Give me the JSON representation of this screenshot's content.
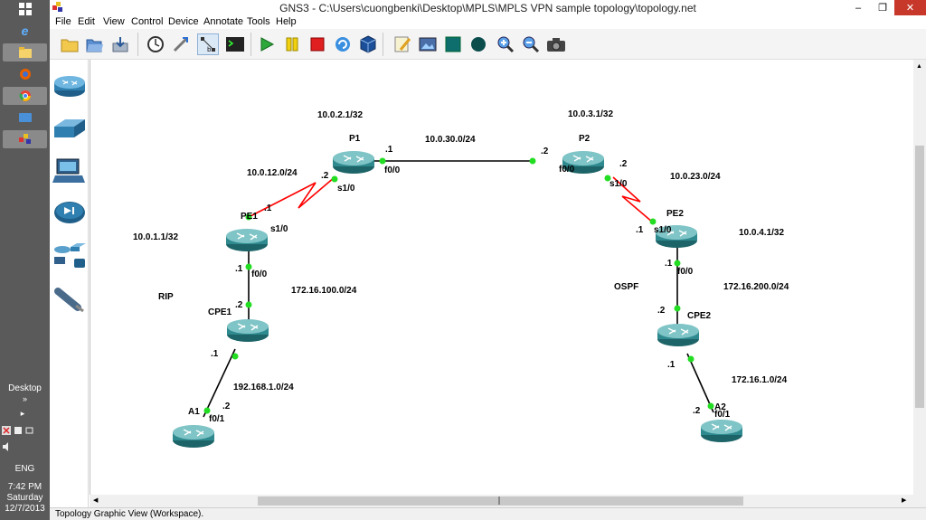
{
  "window": {
    "title": "GNS3 - C:\\Users\\cuongbenki\\Desktop\\MPLS\\MPLS VPN sample topology\\topology.net",
    "min": "–",
    "max": "❐",
    "close": "✕"
  },
  "menu": [
    "File",
    "Edit",
    "View",
    "Control",
    "Device",
    "Annotate",
    "Tools",
    "Help"
  ],
  "taskbar": {
    "desktop": "Desktop",
    "chevron": "»",
    "arrow": "▸",
    "lang": "ENG",
    "time": "7:42 PM",
    "day": "Saturday",
    "date": "12/7/2013"
  },
  "status": "Topology Graphic View (Workspace).",
  "colors": {
    "serial": "#ff0000",
    "ethernet": "#000000",
    "port": "#22dd22",
    "router": "#2f8a8f"
  },
  "devices": [
    {
      "name": "P1"
    },
    {
      "name": "P2"
    },
    {
      "name": "PE1"
    },
    {
      "name": "PE2"
    },
    {
      "name": "CPE1"
    },
    {
      "name": "CPE2"
    },
    {
      "name": "A1"
    },
    {
      "name": "A2"
    }
  ],
  "labels": {
    "p1_lo": "10.0.2.1/32",
    "p2_lo": "10.0.3.1/32",
    "p1p2_net": "10.0.30.0/24",
    "p1_dot": ".1",
    "p2_dot": ".2",
    "p1_f00": "f0/0",
    "p2_f00": "f0/0",
    "pe1p1_net": "10.0.12.0/24",
    "p1_s_dot": ".2",
    "p1_s10": "s1/0",
    "pe1_s_dot": ".1",
    "pe1_s10": "s1/0",
    "pe1_lo": "10.0.1.1/32",
    "p2pe2_net": "10.0.23.0/24",
    "p2_s_dot": ".2",
    "p2_s10": "s1/0",
    "pe2_s_dot": ".1",
    "pe2_s10": "s1/0",
    "pe2_lo": "10.0.4.1/32",
    "pe1_f_dot": ".1",
    "pe1_f00": "f0/0",
    "rip": "RIP",
    "pe1cpe1_net": "172.16.100.0/24",
    "cpe1_dot": ".2",
    "cpe1_a_dot": ".1",
    "cpe1a1_net": "192.168.1.0/24",
    "a1_dot": ".2",
    "a1_f01": "f0/1",
    "pe2_f_dot": ".1",
    "pe2_f00": "f0/0",
    "ospf": "OSPF",
    "pe2cpe2_net": "172.16.200.0/24",
    "cpe2_dot": ".2",
    "cpe2_a_dot": ".1",
    "cpe2a2_net": "172.16.1.0/24",
    "a2_dot": ".2",
    "a2_f01": "f0/1"
  }
}
